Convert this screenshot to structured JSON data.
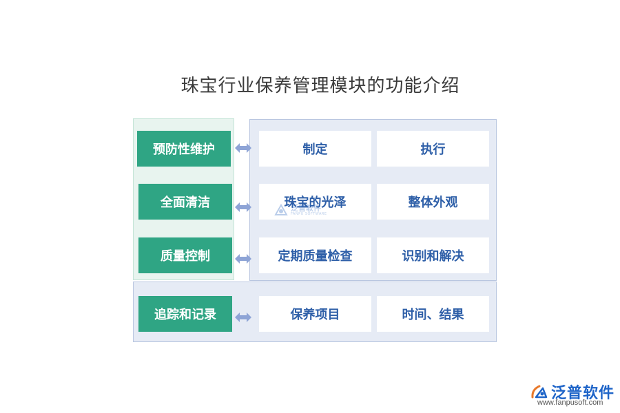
{
  "title": "珠宝行业保养管理模块的功能介绍",
  "rows": [
    {
      "label": "预防性维护",
      "items": [
        "制定",
        "执行"
      ]
    },
    {
      "label": "全面清洁",
      "items": [
        "珠宝的光泽",
        "整体外观"
      ]
    },
    {
      "label": "质量控制",
      "items": [
        "定期质量检查",
        "识别和解决"
      ]
    },
    {
      "label": "追踪和记录",
      "items": [
        "保养项目",
        "时间、结果"
      ]
    }
  ],
  "watermark": {
    "name": "泛普软件",
    "sub": "FANPU SOFTWARE"
  },
  "logo": {
    "name": "泛普软件",
    "url": "www.fanpusoft.com"
  },
  "colors": {
    "accent_green": "#2fa584",
    "item_text": "#2e5fa8",
    "arrow": "#8ea4d6",
    "logo_blue": "#1e64c8"
  }
}
